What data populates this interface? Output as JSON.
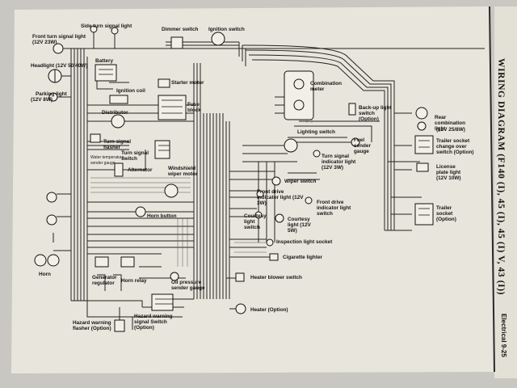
{
  "page": {
    "title": "WIRING DIAGRAM (F140 (I), 45 (I), 45 (I) V, 43 (I))",
    "footer": "Electrical 9-25"
  },
  "labels": {
    "side_turn_signal_light": "Side turn signal light",
    "front_turn_signal_light": "Front turn signal light",
    "front_turn_signal_spec": "(12V 23W)",
    "dimmer_switch": "Dimmer switch",
    "ignition_switch": "Ignition switch",
    "headlight": "Headlight (12V 50/40W)",
    "battery": "Battery",
    "parking_light": "Parking light",
    "parking_light_spec": "(12V 8W)",
    "ignition_coil": "Ignition coil",
    "starter_motor": "Starter motor",
    "combination_meter": "Combination meter",
    "distributor": "Distributor",
    "fuse_block": "Fuse block",
    "backup_light_switch": "Back-up light switch (Option)",
    "rear_combination_light": "Rear combination light",
    "rear_combination_spec": "(12V 25/8W)",
    "lighting_switch": "Lighting switch",
    "turn_signal_flasher": "Turn signal flasher",
    "turn_signal_switch": "Turn signal switch",
    "fuel_sender_gauge": "Fuel sender gauge",
    "trailer_socket_switch": "Trailer socket change over switch (Option)",
    "water_temp_gauge": "Water temperature sender gauge",
    "turn_signal_indicator": "Turn signal indicator light (12V 3W)",
    "alternator": "Alternator",
    "windshield_wiper_motor": "Windshield wiper motor",
    "wiper_switch": "Wiper switch",
    "license_plate_light": "License plate light",
    "license_plate_spec": "(12V 10W)",
    "front_drive_indicator": "Front drive indicator light (12V 3W)",
    "front_drive_indicator_switch": "Front drive indicator light switch",
    "horn_button": "Horn button",
    "trailer_socket": "Trailer socket (Option)",
    "courtesy_light_switch": "Courtesy light switch",
    "courtesy_light": "Courtesy light (12V 5W)",
    "inspection_light_socket": "Inspection light socket",
    "horn": "Horn",
    "cigarette_lighter": "Cigarette lighter",
    "generator_regulator": "Generator regulator",
    "horn_relay": "Horn relay",
    "oil_pressure_gauge": "Oil pressure sender gauge",
    "heater_blower_switch": "Heater blower switch",
    "heater": "Heater (Option)",
    "hazard_flasher": "Hazard warning flasher (Option)",
    "hazard_switch": "Hazard warning signal Switch (Option)"
  }
}
